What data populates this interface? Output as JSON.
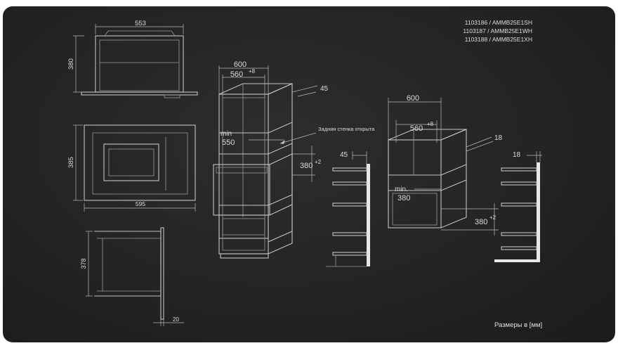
{
  "models": [
    "1103186 / AMMB25E1SH",
    "1103187 / AMMB25E1WH",
    "1103188 / AMMB25E1XH"
  ],
  "units_note": "Размеры в [мм]",
  "top_view": {
    "width": "553",
    "depth": "380"
  },
  "front_view": {
    "height": "385",
    "width": "595"
  },
  "side_view": {
    "height": "378",
    "offset": "20"
  },
  "cabinet_left": {
    "outer_width": "600",
    "inner_width": "560",
    "inner_width_tol": "+8",
    "angle": "45",
    "min_label": "min",
    "min_value": "550",
    "niche_height": "380",
    "niche_height_tol": "+2",
    "back_wall_note": "Задняя стенка открыта"
  },
  "profile_left": {
    "gap": "45"
  },
  "cabinet_right": {
    "outer_width": "600",
    "inner_width": "560",
    "inner_width_tol": "+8",
    "panel": "18",
    "min_label": "min.",
    "min_value": "380",
    "niche_height": "380",
    "niche_height_tol": "+2"
  },
  "profile_right": {
    "gap": "18"
  }
}
